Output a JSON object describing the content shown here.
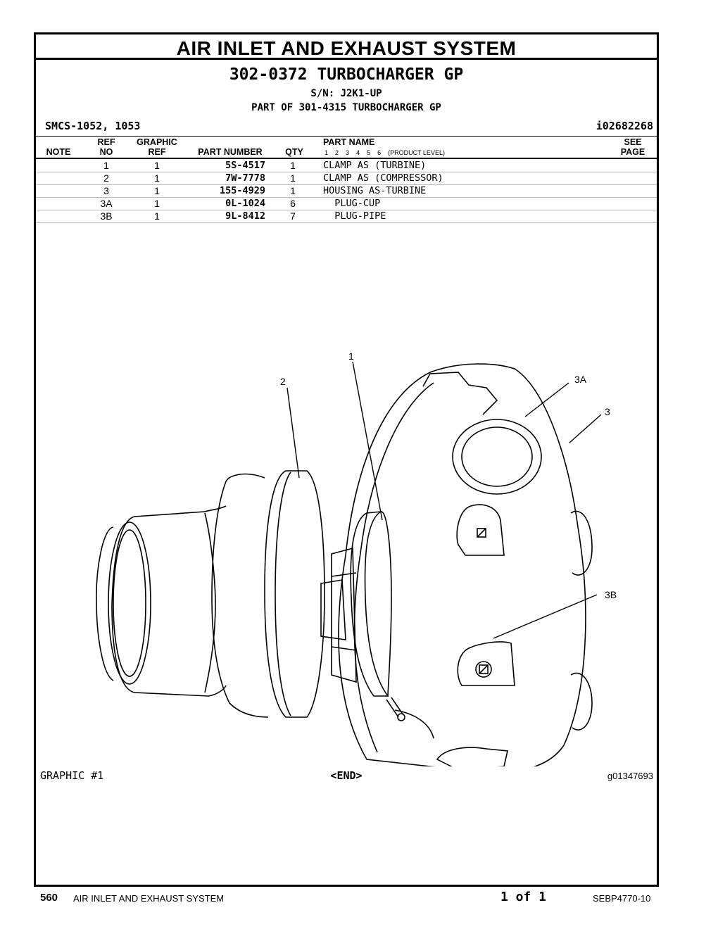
{
  "header": {
    "section_title": "AIR INLET AND EXHAUST SYSTEM",
    "group_title": "302-0372 TURBOCHARGER GP",
    "serial": "S/N: J2K1-UP",
    "part_of": "PART OF 301-4315 TURBOCHARGER GP",
    "smcs": "SMCS-1052, 1053",
    "doc_id": "i02682268"
  },
  "table": {
    "columns": {
      "note": "NOTE",
      "ref_top": "REF",
      "ref_bottom": "NO",
      "graphic_top": "GRAPHIC",
      "graphic_bottom": "REF",
      "part_number": "PART NUMBER",
      "qty": "QTY",
      "part_name": "PART NAME",
      "see_top": "SEE",
      "see_bottom": "PAGE",
      "levels": [
        "1",
        "2",
        "3",
        "4",
        "5",
        "6",
        "(PRODUCT LEVEL)"
      ]
    },
    "rows": [
      {
        "ref": "1",
        "graphic": "1",
        "part_number": "5S-4517",
        "qty": "1",
        "name": "CLAMP AS (TURBINE)"
      },
      {
        "ref": "2",
        "graphic": "1",
        "part_number": "7W-7778",
        "qty": "1",
        "name": "CLAMP AS (COMPRESSOR)"
      },
      {
        "ref": "3",
        "graphic": "1",
        "part_number": "155-4929",
        "qty": "1",
        "name": "HOUSING AS-TURBINE"
      },
      {
        "ref": "3A",
        "graphic": "1",
        "part_number": "0L-1024",
        "qty": "6",
        "name": "  PLUG-CUP"
      },
      {
        "ref": "3B",
        "graphic": "1",
        "part_number": "9L-8412",
        "qty": "7",
        "name": "  PLUG-PIPE"
      }
    ]
  },
  "graphic": {
    "callouts": {
      "c1": "1",
      "c2": "2",
      "c3a": "3A",
      "c3": "3",
      "c3b": "3B"
    },
    "label": "GRAPHIC #1",
    "end": "<END>",
    "id": "g01347693"
  },
  "footer": {
    "page_number": "560",
    "section": "AIR INLET AND EXHAUST SYSTEM",
    "page_of": "1 of 1",
    "doc_number": "SEBP4770-10"
  }
}
